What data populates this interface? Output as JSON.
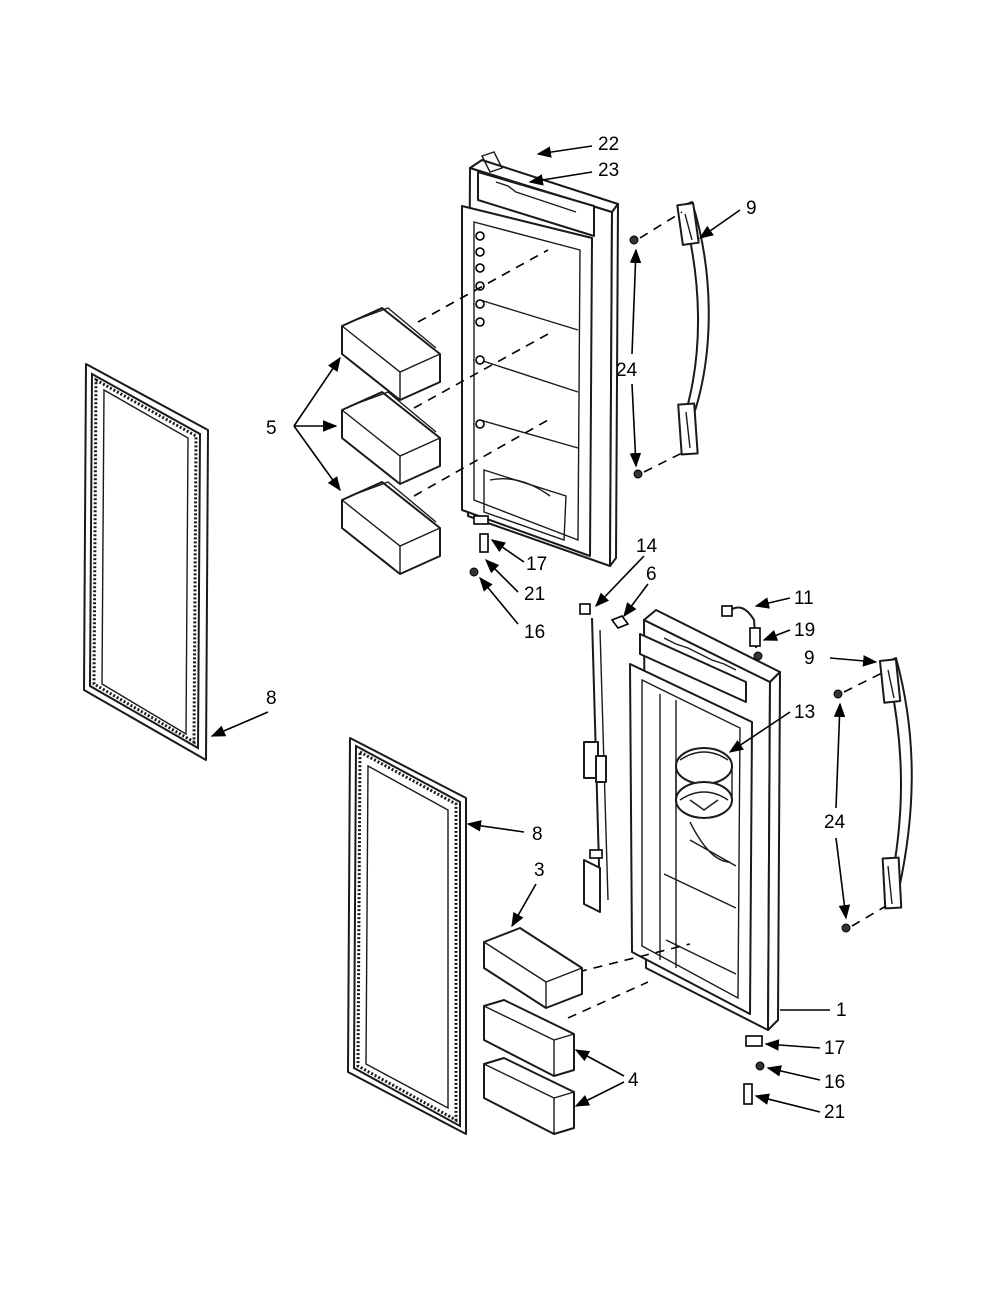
{
  "callouts": {
    "c22": "22",
    "c23": "23",
    "c9a": "9",
    "c24a": "24",
    "c5": "5",
    "c17a": "17",
    "c21a": "21",
    "c16a": "16",
    "c14": "14",
    "c6": "6",
    "c11": "11",
    "c19": "19",
    "c9b": "9",
    "c8a": "8",
    "c13": "13",
    "c24b": "24",
    "c8b": "8",
    "c3": "3",
    "c1": "1",
    "c17b": "17",
    "c4": "4",
    "c16b": "16",
    "c21b": "21"
  },
  "colors": {
    "line": "#000000",
    "background": "#ffffff"
  }
}
